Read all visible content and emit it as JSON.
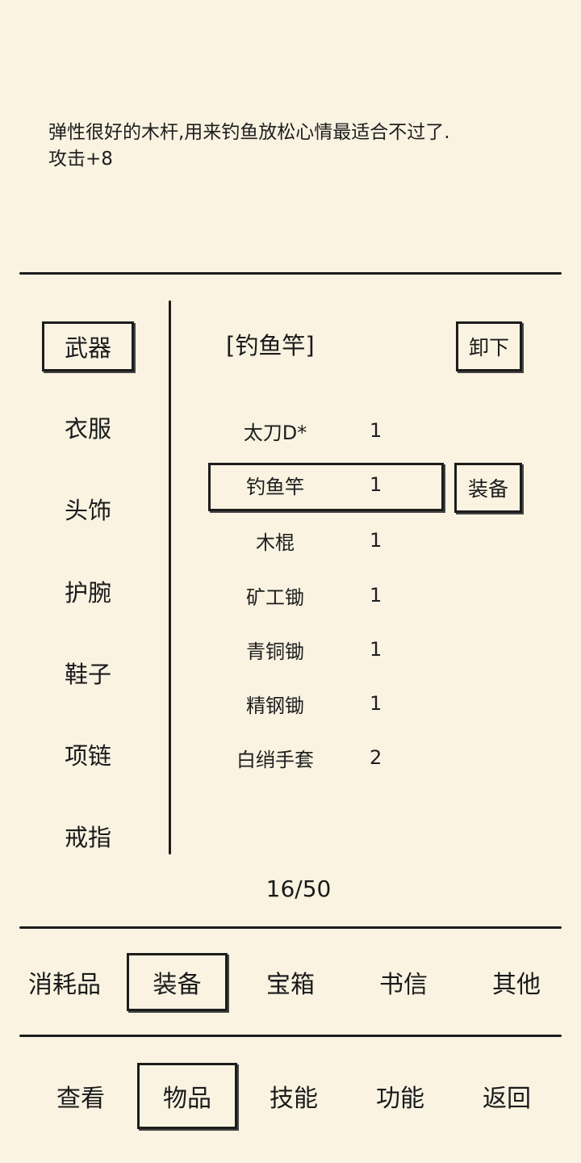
{
  "description": {
    "line1": "弹性很好的木杆,用来钓鱼放松心情最适合不过了.",
    "line2": "攻击+8"
  },
  "categories": [
    "武器",
    "衣服",
    "头饰",
    "护腕",
    "鞋子",
    "项链",
    "戒指"
  ],
  "selected_category": "武器",
  "equipped": {
    "label": "[钓鱼竿]",
    "unequip_button": "卸下"
  },
  "items": [
    {
      "name": "太刀D*",
      "qty": "1"
    },
    {
      "name": "钓鱼竿",
      "qty": "1"
    },
    {
      "name": "木棍",
      "qty": "1"
    },
    {
      "name": "矿工锄",
      "qty": "1"
    },
    {
      "name": "青铜锄",
      "qty": "1"
    },
    {
      "name": "精钢锄",
      "qty": "1"
    },
    {
      "name": "白绡手套",
      "qty": "2"
    }
  ],
  "selected_item": "钓鱼竿",
  "equip_button": "装备",
  "counter": "16/50",
  "item_tabs": [
    "消耗品",
    "装备",
    "宝箱",
    "书信",
    "其他"
  ],
  "selected_item_tab": "装备",
  "main_nav": [
    "查看",
    "物品",
    "技能",
    "功能",
    "返回"
  ],
  "selected_main_nav": "物品"
}
